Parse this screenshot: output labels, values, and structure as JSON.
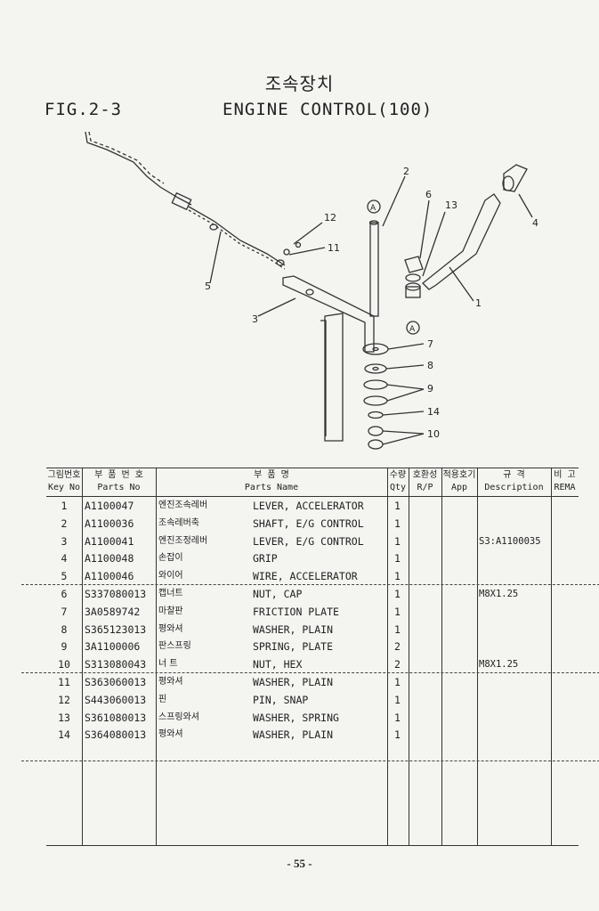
{
  "page": {
    "korean_title": "조속장치",
    "fig_label": "FIG.2-3",
    "title": "ENGINE CONTROL(100)",
    "page_number": "- 55 -"
  },
  "diagram": {
    "callouts": [
      "1",
      "2",
      "3",
      "4",
      "5",
      "6",
      "7",
      "8",
      "9",
      "10",
      "11",
      "12",
      "13",
      "14"
    ],
    "reference_marks": [
      "A",
      "A"
    ]
  },
  "table": {
    "headers": [
      {
        "kor": "그림번호",
        "eng": "Key No"
      },
      {
        "kor": "부 품 번 호",
        "eng": "Parts No"
      },
      {
        "kor": "부   품   명",
        "eng": "Parts Name"
      },
      {
        "kor": "수량",
        "eng": "Qty"
      },
      {
        "kor": "호환성",
        "eng": "R/P"
      },
      {
        "kor": "적용호기",
        "eng": "App"
      },
      {
        "kor": "규   격",
        "eng": "Description"
      },
      {
        "kor": "비 고",
        "eng": "REMA"
      }
    ],
    "rows": [
      {
        "key": "1",
        "part_no": "A1100047",
        "kor": "엔진조속레버",
        "name": "LEVER, ACCELERATOR",
        "qty": "1",
        "desc": ""
      },
      {
        "key": "2",
        "part_no": "A1100036",
        "kor": "조속레버축",
        "name": "SHAFT, E/G CONTROL",
        "qty": "1",
        "desc": ""
      },
      {
        "key": "3",
        "part_no": "A1100041",
        "kor": "엔진조정레버",
        "name": "LEVER, E/G CONTROL",
        "qty": "1",
        "desc": "S3:A1100035"
      },
      {
        "key": "4",
        "part_no": "A1100048",
        "kor": "손잡이",
        "name": "GRIP",
        "qty": "1",
        "desc": ""
      },
      {
        "key": "5",
        "part_no": "A1100046",
        "kor": "와이어",
        "name": "WIRE, ACCELERATOR",
        "qty": "1",
        "desc": ""
      },
      {
        "key": "6",
        "part_no": "S337080013",
        "kor": "캡너트",
        "name": "NUT, CAP",
        "qty": "1",
        "desc": "M8X1.25"
      },
      {
        "key": "7",
        "part_no": "3A0589742",
        "kor": "마찰판",
        "name": "FRICTION PLATE",
        "qty": "1",
        "desc": ""
      },
      {
        "key": "8",
        "part_no": "S365123013",
        "kor": "평와셔",
        "name": "WASHER, PLAIN",
        "qty": "1",
        "desc": ""
      },
      {
        "key": "9",
        "part_no": "3A1100006",
        "kor": "판스프링",
        "name": "SPRING, PLATE",
        "qty": "2",
        "desc": ""
      },
      {
        "key": "10",
        "part_no": "S313080043",
        "kor": "너 트",
        "name": "NUT, HEX",
        "qty": "2",
        "desc": "M8X1.25"
      },
      {
        "key": "11",
        "part_no": "S363060013",
        "kor": "평와셔",
        "name": "WASHER, PLAIN",
        "qty": "1",
        "desc": ""
      },
      {
        "key": "12",
        "part_no": "S443060013",
        "kor": "핀",
        "name": "PIN, SNAP",
        "qty": "1",
        "desc": ""
      },
      {
        "key": "13",
        "part_no": "S361080013",
        "kor": "스프링와셔",
        "name": "WASHER, SPRING",
        "qty": "1",
        "desc": ""
      },
      {
        "key": "14",
        "part_no": "S364080013",
        "kor": "평와셔",
        "name": "WASHER, PLAIN",
        "qty": "1",
        "desc": ""
      }
    ]
  }
}
